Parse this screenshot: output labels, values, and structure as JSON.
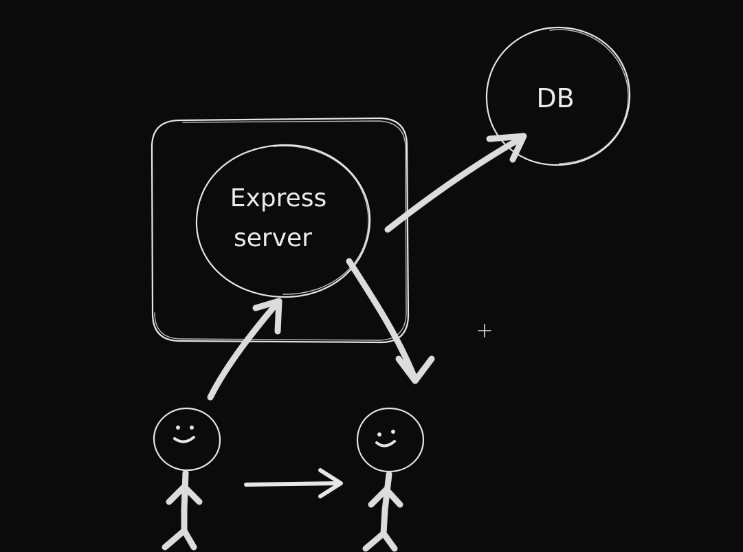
{
  "diagram": {
    "nodes": {
      "db": {
        "label": "DB"
      },
      "server": {
        "line1": "Express",
        "line2": "server"
      }
    },
    "actors": [
      {
        "id": "user-left"
      },
      {
        "id": "user-right"
      }
    ],
    "edges": [
      {
        "from": "server",
        "to": "db"
      },
      {
        "from": "user-left",
        "to": "server"
      },
      {
        "from": "server",
        "to": "user-right"
      },
      {
        "from": "user-left",
        "to": "user-right"
      }
    ],
    "colors": {
      "background": "#0b0b0b",
      "stroke": "#e6e6e6"
    }
  }
}
